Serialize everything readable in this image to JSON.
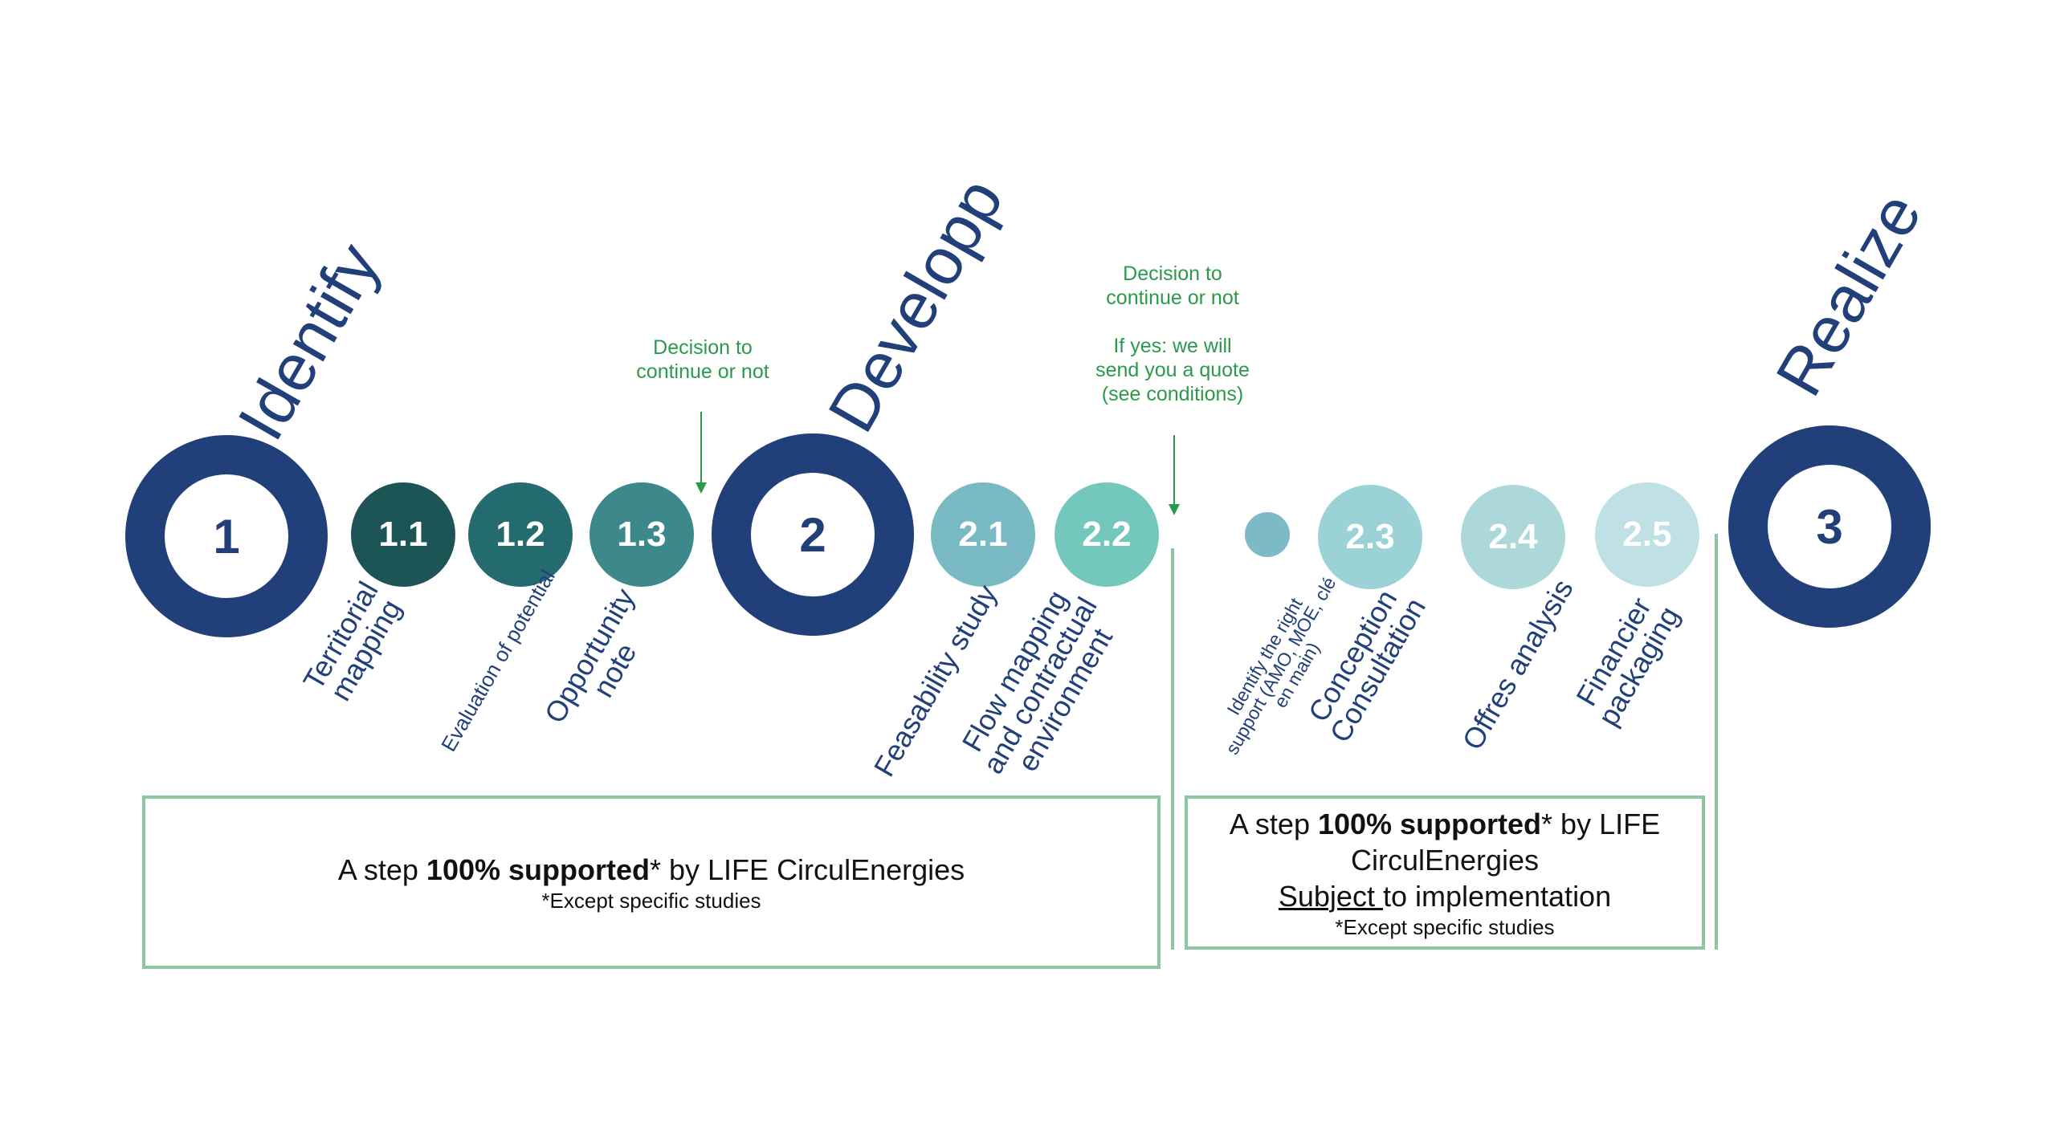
{
  "colors": {
    "primary": "#213f78",
    "decision_green": "#2a9a4a",
    "box_border": "#8cc79f",
    "step_1_1": "#1d5556",
    "step_1_2": "#246b70",
    "step_1_3": "#3d888a",
    "step_2_1": "#78b9c4",
    "step_2_2": "#74c7bd",
    "step_2_small": "#7bbac6",
    "step_2_3": "#9bd2d5",
    "step_2_4": "#acd8da",
    "step_2_5": "#bfe0e4"
  },
  "phases": [
    {
      "number": "1",
      "title": "Identify"
    },
    {
      "number": "2",
      "title": "Developp"
    },
    {
      "number": "3",
      "title": "Realize"
    }
  ],
  "steps": [
    {
      "number": "1.1",
      "label": "Territorial\nmapping"
    },
    {
      "number": "1.2",
      "label": "Evaluation of potential"
    },
    {
      "number": "1.3",
      "label": "Opportunity\nnote"
    },
    {
      "number": "2.1",
      "label": "Feasability study"
    },
    {
      "number": "2.2",
      "label": "Flow mapping\nand contractual\nenvironment"
    },
    {
      "number": "",
      "label": "Identify the right\nsupport (AMO, MOE, clé\nen main)"
    },
    {
      "number": "2.3",
      "label": "Conception\nConsultation"
    },
    {
      "number": "2.4",
      "label": "Offres analysis"
    },
    {
      "number": "2.5",
      "label": "Financier\npackaging"
    }
  ],
  "decisions": [
    {
      "text": "Decision to\ncontinue or not"
    },
    {
      "text": "Decision to\ncontinue or not\n\nIf yes: we will\nsend you a quote\n(see conditions)"
    }
  ],
  "boxes": {
    "left": {
      "prefix": "A step ",
      "bold": "100% supported",
      "suffix": "* by LIFE CirculEnergies",
      "footnote": "*Except specific studies"
    },
    "right": {
      "prefix": "A step ",
      "bold": "100% supported",
      "suffix": "* by LIFE",
      "line2": "CirculEnergies",
      "underlined": "Subject ",
      "line3_rest": "to implementation",
      "footnote": "*Except specific studies"
    }
  }
}
